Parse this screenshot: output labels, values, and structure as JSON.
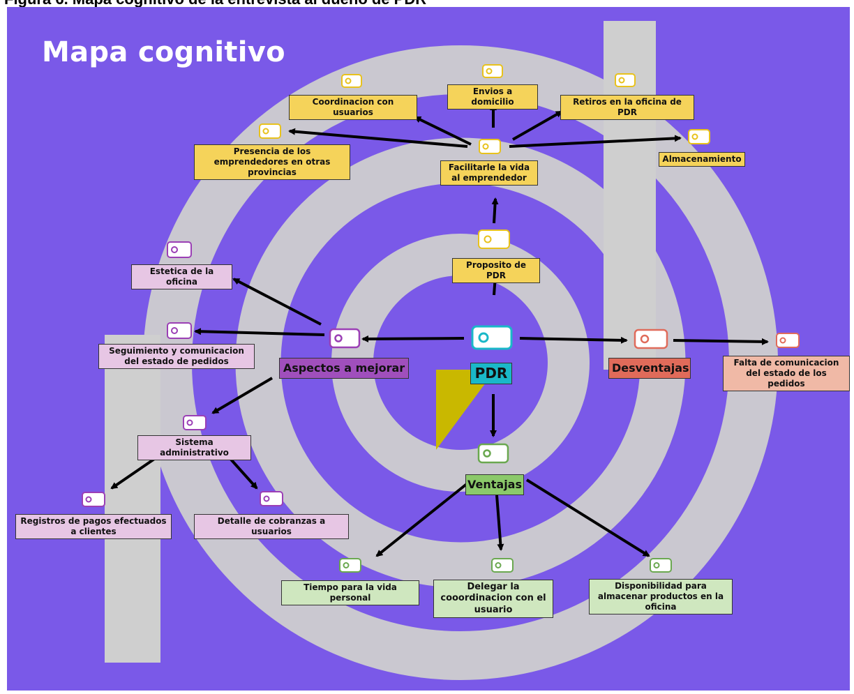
{
  "caption": "Figura 6. Mapa cognitivo de la entrevista al dueño de PDR",
  "title": "Mapa cognitivo",
  "colors": {
    "background": "#7a59e8",
    "shape": "#cfcfcf",
    "triangle": "#c9b800",
    "yellow": "#f5d35a",
    "yellow_border": "#e8c21c",
    "teal": "#1ab8c8",
    "purple": "#9b3fb5",
    "purple_light": "#e7c6e4",
    "green": "#6aa84f",
    "green_light": "#cfe7bf",
    "salmon": "#e06b5a",
    "salmon_light": "#f0b9a6"
  },
  "nodes": {
    "pdr": "PDR",
    "proposito": "Proposito de PDR",
    "facilitar": "Facilitarle la vida al emprendedor",
    "coordinacion": "Coordinacion con usuarios",
    "envios": "Envios a domicilio",
    "retiros": "Retiros en la oficina de PDR",
    "presencia": "Presencia de los emprendedores en otras provincias",
    "almacenamiento": "Almacenamiento",
    "aspectos": "Aspectos a mejorar",
    "estetica": "Estetica de la oficina",
    "seguimiento": "Seguimiento y comunicacion del estado de pedidos",
    "sistema": "Sistema administrativo",
    "registros": "Registros de pagos efectuados a clientes",
    "detalle": "Detalle de cobranzas a usuarios",
    "desventajas": "Desventajas",
    "falta": "Falta de comunicacion del estado de los pedidos",
    "ventajas": "Ventajas",
    "tiempo": "Tiempo para la vida personal",
    "delegar": "Delegar la cooordinacion con el usuario",
    "disponibilidad": "Disponibilidad para almacenar productos en la oficina"
  }
}
